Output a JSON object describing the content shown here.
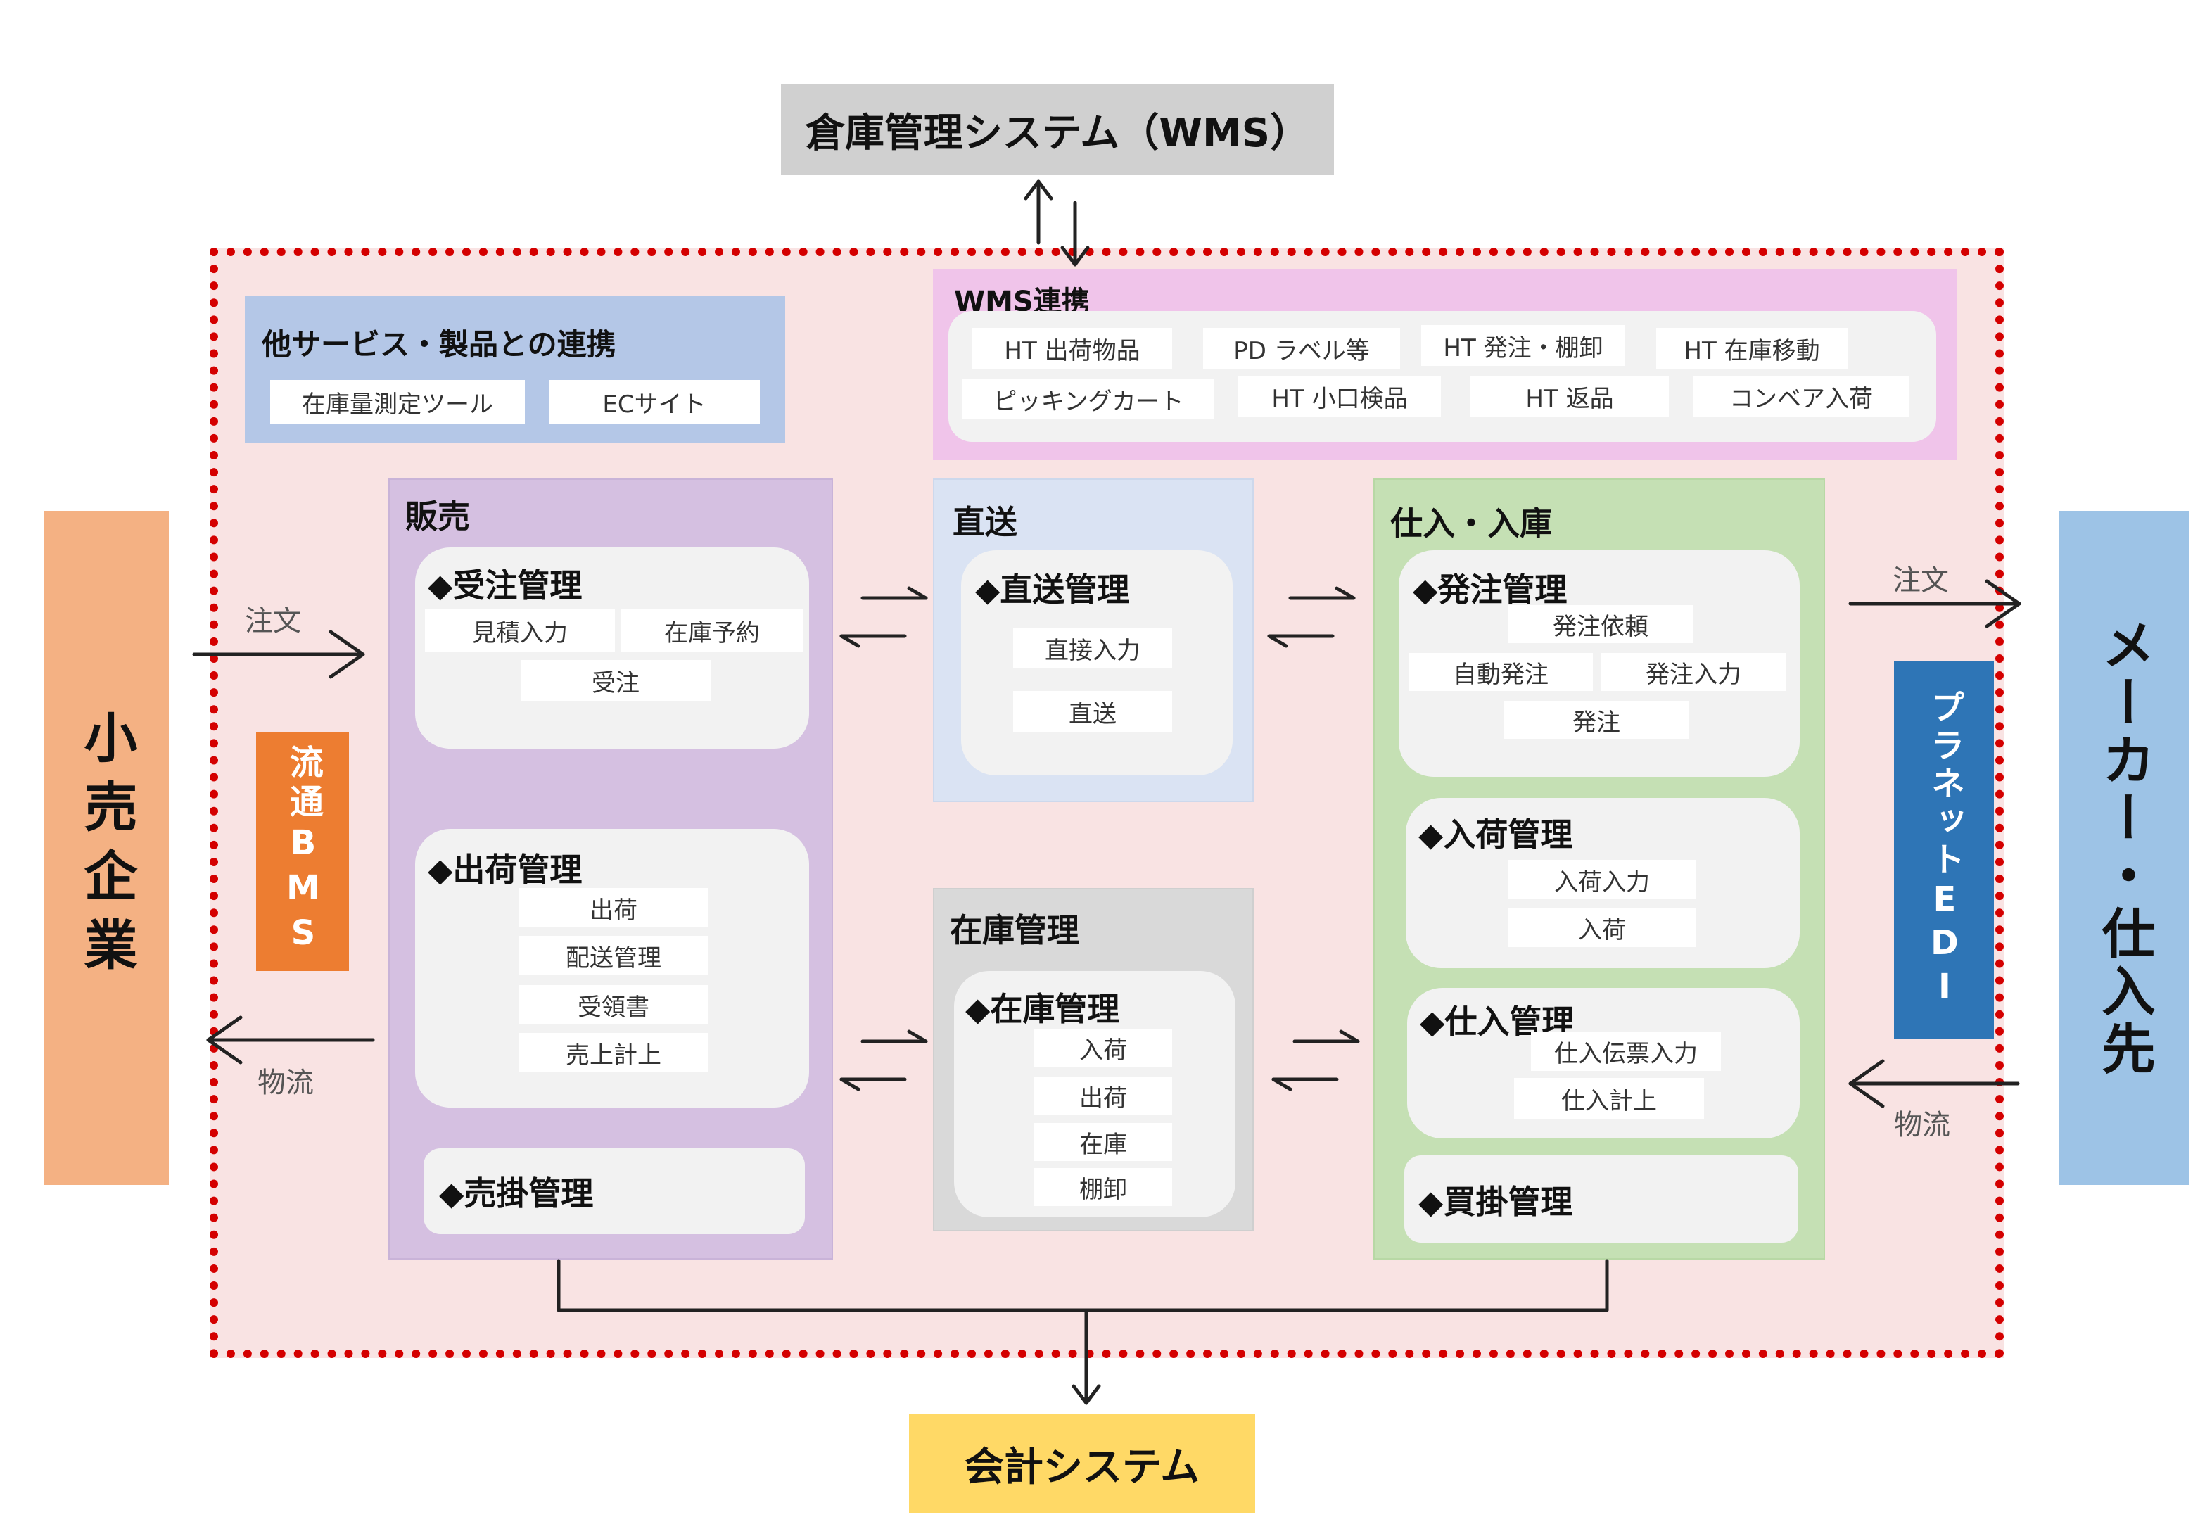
{
  "wms_system": "倉庫管理システム（WMS）",
  "accounting_system": "会計システム",
  "retailer": "小売企業",
  "maker": "メーカー・仕入先",
  "ryutsu_bms": "流通BMS",
  "planet_edi": "プラネットEDI",
  "labels": {
    "order_left": "注文",
    "logistics_left": "物流",
    "order_right": "注文",
    "logistics_right": "物流"
  },
  "other_services": {
    "title": "他サービス・製品との連携",
    "items": [
      "在庫量測定ツール",
      "ECサイト"
    ]
  },
  "wms_link": {
    "title": "WMS連携",
    "items": [
      "HT 出荷物品",
      "PD ラベル等",
      "HT 発注・棚卸",
      "HT 在庫移動",
      "ピッキングカート",
      "HT 小口検品",
      "HT 返品",
      "コンベア入荷"
    ]
  },
  "sales": {
    "title": "販売",
    "order_mgmt": {
      "title": "◆受注管理",
      "items": [
        "見積入力",
        "在庫予約",
        "受注"
      ]
    },
    "shipping_mgmt": {
      "title": "◆出荷管理",
      "items": [
        "出荷",
        "配送管理",
        "受領書",
        "売上計上"
      ]
    },
    "receivable_mgmt": {
      "title": "◆売掛管理"
    }
  },
  "direct": {
    "title": "直送",
    "mgmt": {
      "title": "◆直送管理",
      "items": [
        "直接入力",
        "直送"
      ]
    }
  },
  "inventory": {
    "title": "在庫管理",
    "mgmt": {
      "title": "◆在庫管理",
      "items": [
        "入荷",
        "出荷",
        "在庫",
        "棚卸"
      ]
    }
  },
  "purchasing": {
    "title": "仕入・入庫",
    "po_mgmt": {
      "title": "◆発注管理",
      "items": [
        "発注依頼",
        "自動発注",
        "発注入力",
        "発注"
      ]
    },
    "arrival_mgmt": {
      "title": "◆入荷管理",
      "items": [
        "入荷入力",
        "入荷"
      ]
    },
    "purchase_mgmt": {
      "title": "◆仕入管理",
      "items": [
        "仕入伝票入力",
        "仕入計上"
      ]
    },
    "payable_mgmt": {
      "title": "◆買掛管理"
    }
  }
}
